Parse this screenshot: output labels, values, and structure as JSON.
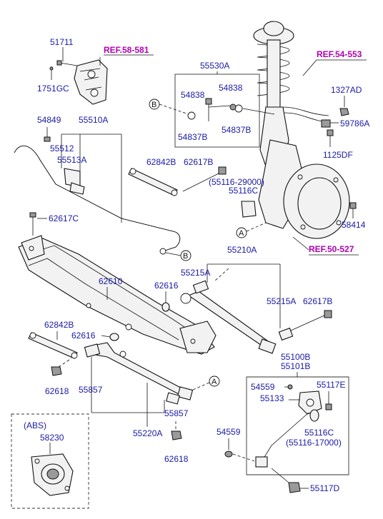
{
  "refs": {
    "r58581": "REF.58-581",
    "r54553": "REF.54-553",
    "r50527": "REF.50-527"
  },
  "markers": {
    "a": "A",
    "b": "B"
  },
  "labels": {
    "p51711": "51711",
    "p1751gc": "1751GC",
    "p55530a": "55530A",
    "p54838a": "54838",
    "p54838b": "54838",
    "p54837b_a": "54837B",
    "p54837b_b": "54837B",
    "p1327ad": "1327AD",
    "p59786a": "59786A",
    "p1125df": "1125DF",
    "p54849": "54849",
    "p55510a": "55510A",
    "p55512": "55512",
    "p55513a": "55513A",
    "p62842b_a": "62842B",
    "p62617b_a": "62617B",
    "p55116_29000": "(55116-29000)",
    "p55116c_a": "55116C",
    "p62617c": "62617C",
    "p58414": "58414",
    "p55210a": "55210A",
    "p55215a_a": "55215A",
    "p62610": "62610",
    "p62616_a": "62616",
    "p55215a_b": "55215A",
    "p62617b_b": "62617B",
    "p62842b_b": "62842B",
    "p62616_b": "62616",
    "p55100b": "55100B",
    "p55101b": "55101B",
    "p62618_a": "62618",
    "p55857_a": "55857",
    "p54559_a": "54559",
    "p55117e": "55117E",
    "p55133": "55133",
    "p55857_b": "55857",
    "p55220a": "55220A",
    "p54559_b": "54559",
    "p55116c_b": "55116C",
    "p55116_17000": "(55116-17000)",
    "p62618_b": "62618",
    "p55117d": "55117D",
    "abs": "(ABS)",
    "p58230": "58230"
  }
}
